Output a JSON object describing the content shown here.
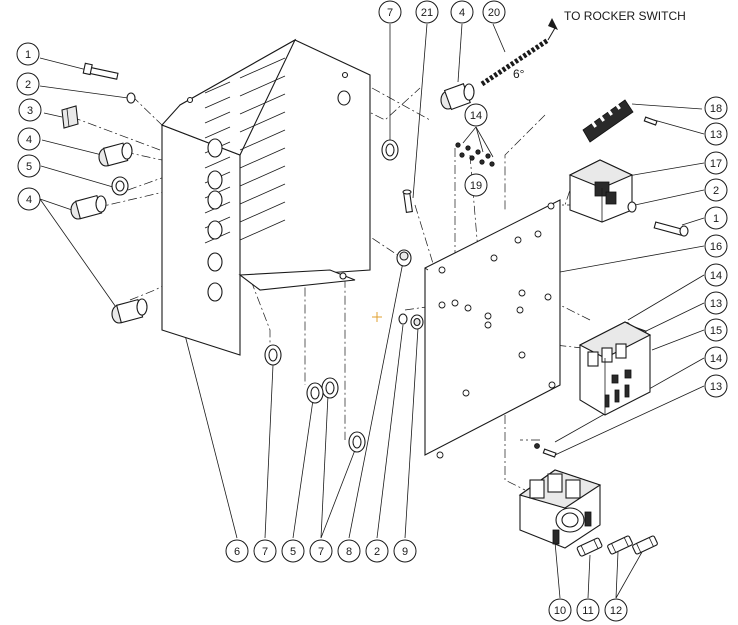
{
  "diagram": {
    "annotation_rocker": "TO ROCKER SWITCH",
    "annotation_length": "6°",
    "callouts": [
      {
        "id": "c-1a",
        "label": "1"
      },
      {
        "id": "c-2a",
        "label": "2"
      },
      {
        "id": "c-3",
        "label": "3"
      },
      {
        "id": "c-4a",
        "label": "4"
      },
      {
        "id": "c-5a",
        "label": "5"
      },
      {
        "id": "c-4b",
        "label": "4"
      },
      {
        "id": "c-7a",
        "label": "7"
      },
      {
        "id": "c-21",
        "label": "21"
      },
      {
        "id": "c-4c",
        "label": "4"
      },
      {
        "id": "c-20",
        "label": "20"
      },
      {
        "id": "c-18",
        "label": "18"
      },
      {
        "id": "c-14a",
        "label": "14"
      },
      {
        "id": "c-13a",
        "label": "13"
      },
      {
        "id": "c-19",
        "label": "19"
      },
      {
        "id": "c-17",
        "label": "17"
      },
      {
        "id": "c-2b",
        "label": "2"
      },
      {
        "id": "c-1b",
        "label": "1"
      },
      {
        "id": "c-16",
        "label": "16"
      },
      {
        "id": "c-14b",
        "label": "14"
      },
      {
        "id": "c-13b",
        "label": "13"
      },
      {
        "id": "c-15",
        "label": "15"
      },
      {
        "id": "c-14c",
        "label": "14"
      },
      {
        "id": "c-13c",
        "label": "13"
      },
      {
        "id": "c-6",
        "label": "6"
      },
      {
        "id": "c-7b",
        "label": "7"
      },
      {
        "id": "c-5b",
        "label": "5"
      },
      {
        "id": "c-7c",
        "label": "7"
      },
      {
        "id": "c-8",
        "label": "8"
      },
      {
        "id": "c-2c",
        "label": "2"
      },
      {
        "id": "c-9",
        "label": "9"
      },
      {
        "id": "c-10",
        "label": "10"
      },
      {
        "id": "c-11",
        "label": "11"
      },
      {
        "id": "c-12",
        "label": "12"
      }
    ]
  }
}
